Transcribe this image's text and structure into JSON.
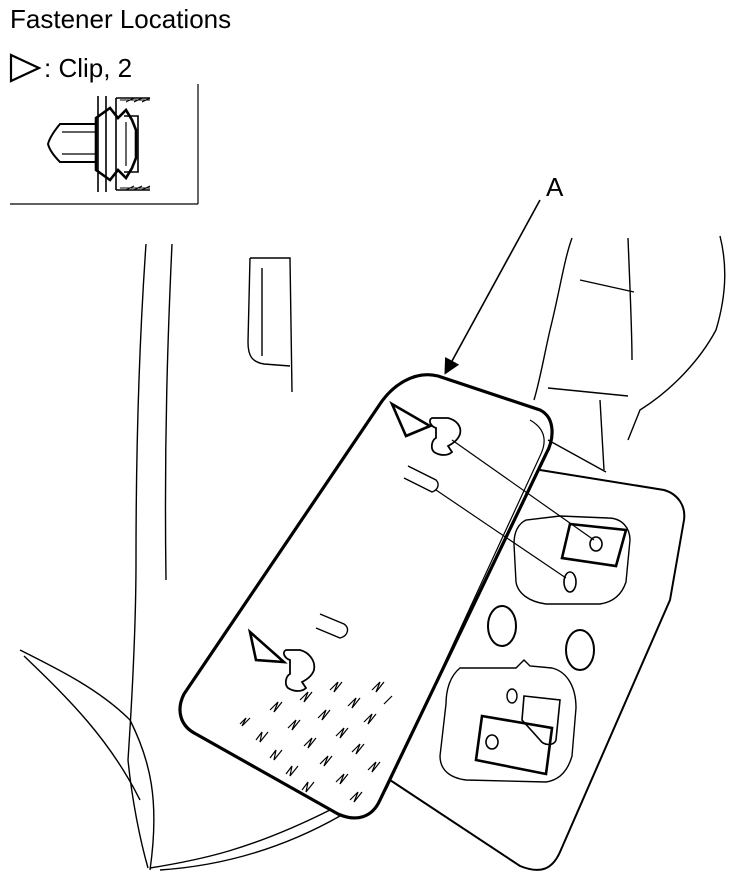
{
  "title": "Fastener Locations",
  "legend": {
    "symbol": "triangle-marker-icon",
    "label": ": Clip, 2"
  },
  "callouts": {
    "part_a": "A"
  }
}
